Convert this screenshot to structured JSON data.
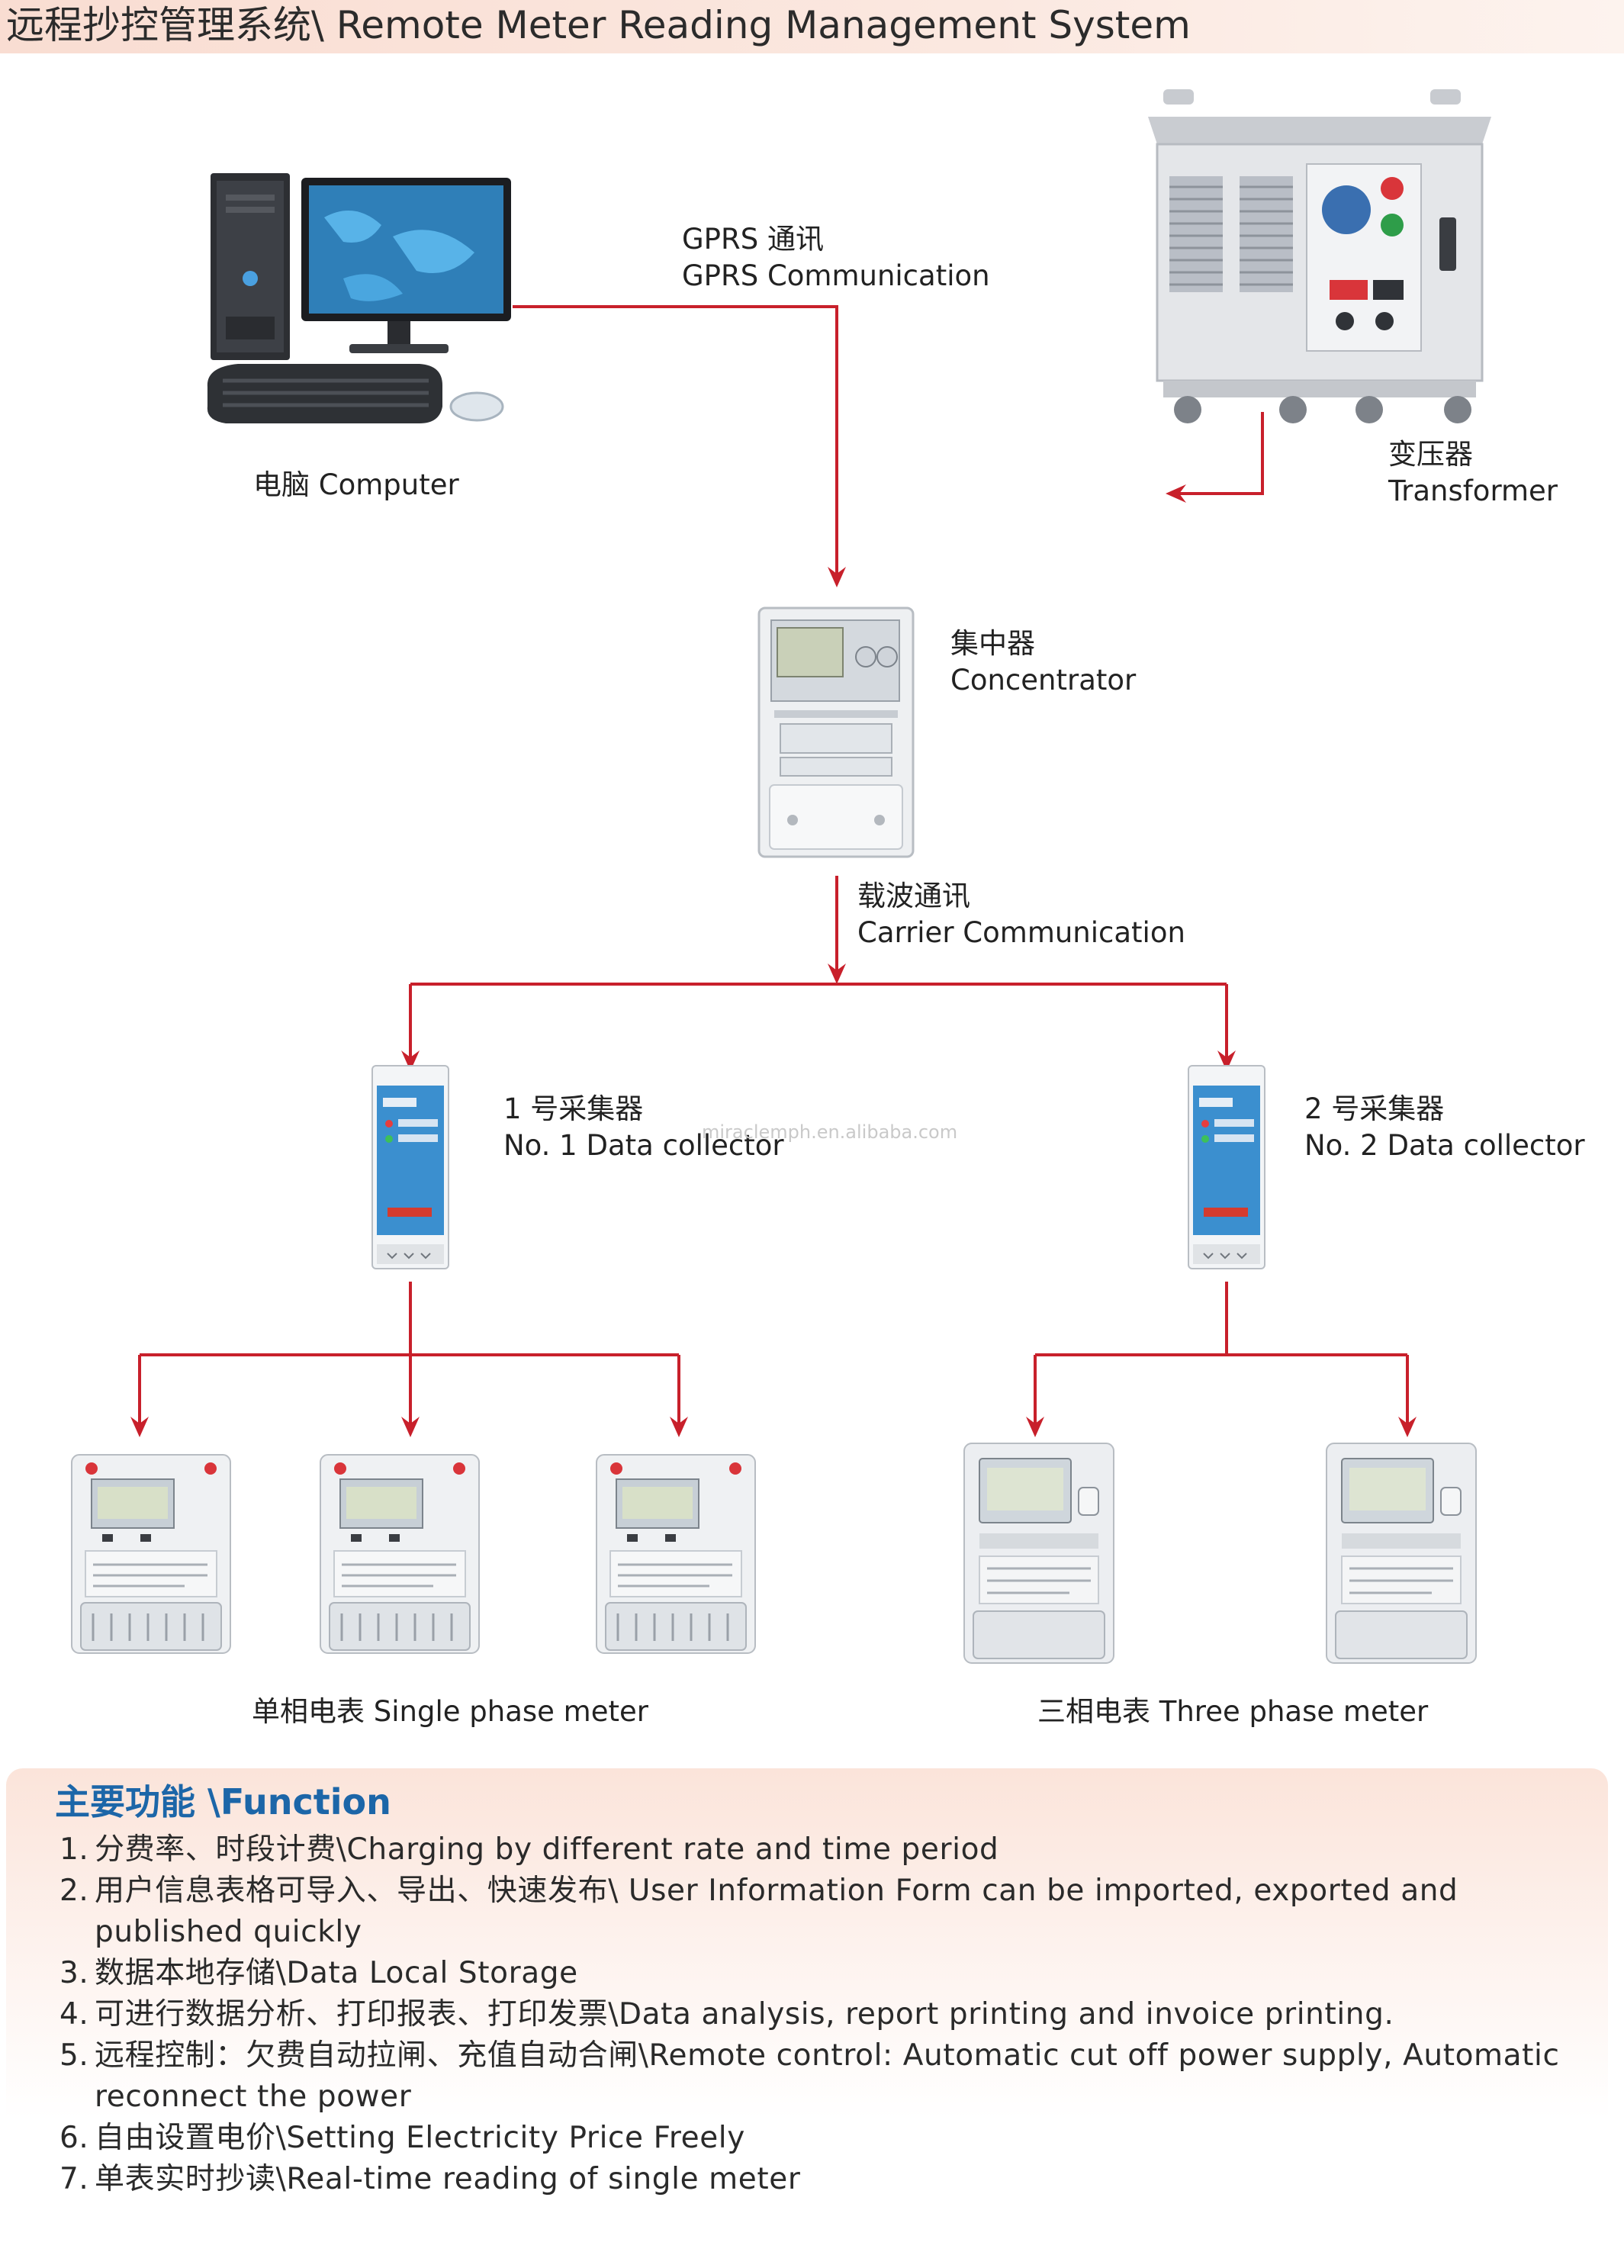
{
  "header": {
    "title": "远程抄控管理系统\\ Remote Meter Reading Management System"
  },
  "nodes": {
    "computer": {
      "label": "电脑 Computer"
    },
    "transformer": {
      "label_cn": "变压器",
      "label_en": "Transformer"
    },
    "concentrator": {
      "label_cn": "集中器",
      "label_en": "Concentrator"
    },
    "collector1": {
      "label_cn": "1 号采集器",
      "label_en": "No. 1 Data collector"
    },
    "collector2": {
      "label_cn": "2 号采集器",
      "label_en": "No. 2 Data collector"
    },
    "single_phase": {
      "label": "单相电表 Single phase meter"
    },
    "three_phase": {
      "label": "三相电表 Three phase meter"
    }
  },
  "links": {
    "gprs": {
      "label_cn": "GPRS 通讯",
      "label_en": "GPRS Communication"
    },
    "carrier": {
      "label_cn": "载波通讯",
      "label_en": "Carrier Communication"
    }
  },
  "watermark": "miraclemph.en.alibaba.com",
  "colors": {
    "wire": "#c8202b",
    "header_bg": "#f9ddd2",
    "function_title": "#1c66a8"
  },
  "function": {
    "title": "主要功能 \\Function",
    "items": [
      {
        "num": "1.",
        "text": "分费率、时段计费\\Charging by different rate and time period"
      },
      {
        "num": "2.",
        "text": "用户信息表格可导入、导出、快速发布\\  User Information Form can be imported, exported and published quickly"
      },
      {
        "num": "3.",
        "text": "数据本地存储\\Data Local Storage"
      },
      {
        "num": "4.",
        "text": "可进行数据分析、打印报表、打印发票\\Data analysis, report printing and invoice printing."
      },
      {
        "num": "5.",
        "text": "远程控制：欠费自动拉闸、充值自动合闸\\Remote control:  Automatic cut off power supply, Automatic reconnect the power"
      },
      {
        "num": "6.",
        "text": "自由设置电价\\Setting Electricity Price Freely"
      },
      {
        "num": "7.",
        "text": "单表实时抄读\\Real-time reading of single meter"
      }
    ]
  }
}
